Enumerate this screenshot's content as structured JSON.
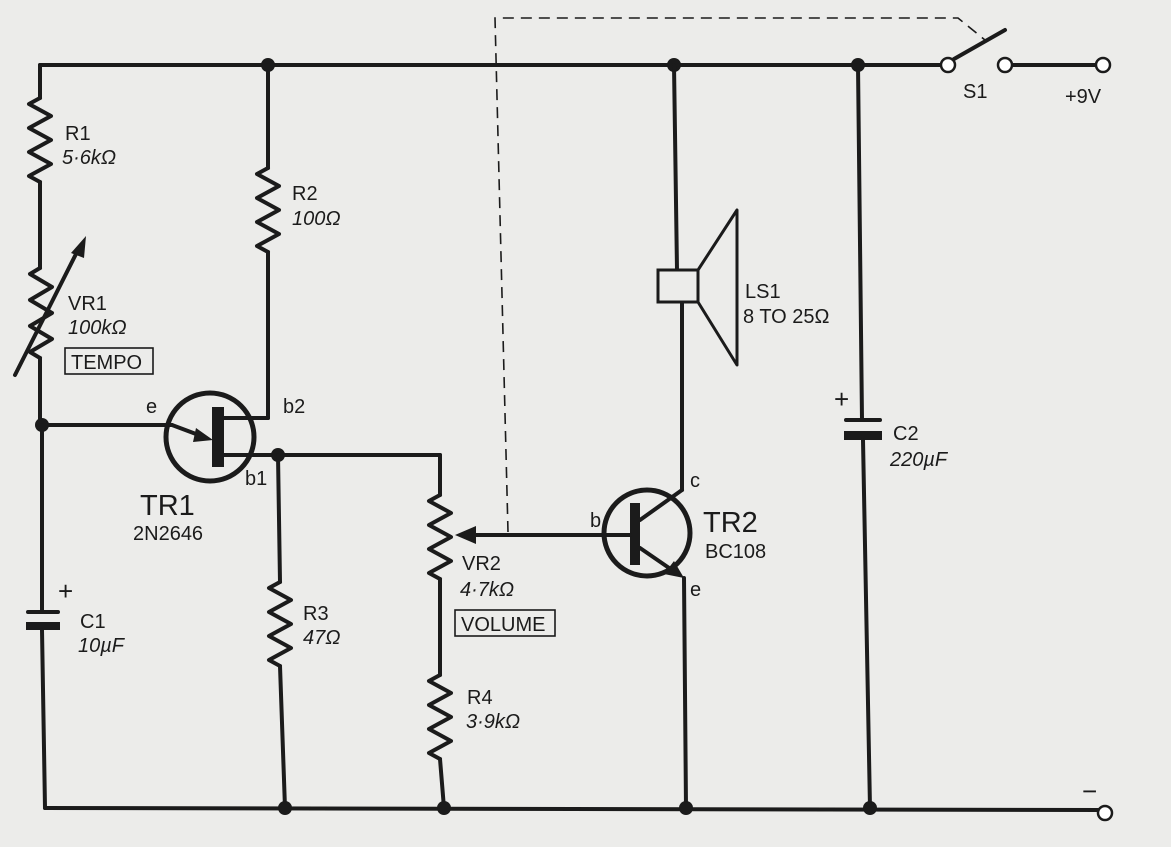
{
  "diagram": {
    "supply": {
      "label": "+9V",
      "switch": "S1",
      "negative": "−"
    },
    "R1": {
      "name": "R1",
      "value": "5·6kΩ"
    },
    "R2": {
      "name": "R2",
      "value": "100Ω"
    },
    "VR1": {
      "name": "VR1",
      "value": "100kΩ",
      "tag": "TEMPO"
    },
    "TR1": {
      "name": "TR1",
      "part": "2N2646",
      "e": "e",
      "b1": "b1",
      "b2": "b2"
    },
    "C1": {
      "name": "C1",
      "value": "10µF",
      "polarity": "+"
    },
    "R3": {
      "name": "R3",
      "value": "47Ω"
    },
    "VR2": {
      "name": "VR2",
      "value": "4·7kΩ",
      "tag": "VOLUME"
    },
    "R4": {
      "name": "R4",
      "value": "3·9kΩ"
    },
    "TR2": {
      "name": "TR2",
      "part": "BC108",
      "b": "b",
      "c": "c",
      "e": "e"
    },
    "LS1": {
      "name": "LS1",
      "value": "8 TO 25Ω"
    },
    "C2": {
      "name": "C2",
      "value": "220µF",
      "polarity": "+"
    }
  }
}
